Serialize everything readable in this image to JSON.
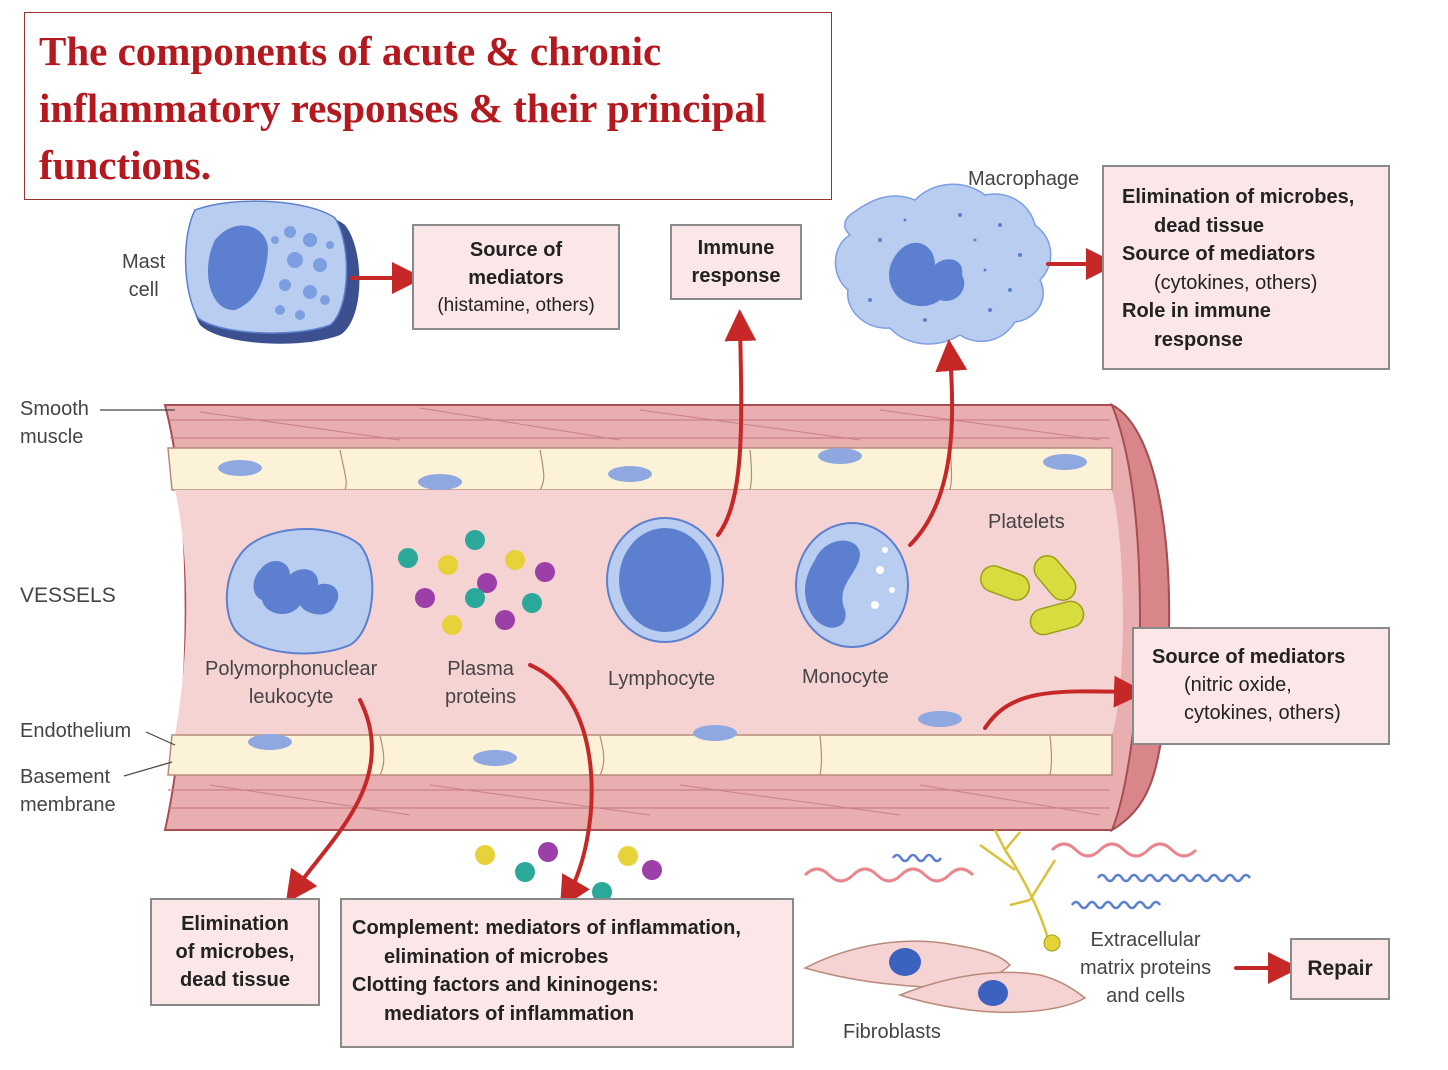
{
  "title": "The components of acute & chronic inflammatory responses & their principal functions.",
  "labels": {
    "mast_cell": [
      "Mast",
      "cell"
    ],
    "macrophage": "Macrophage",
    "smooth_muscle": [
      "Smooth",
      "muscle"
    ],
    "vessels": "VESSELS",
    "endothelium": "Endothelium",
    "basement_membrane": [
      "Basement",
      "membrane"
    ],
    "platelets": "Platelets",
    "pmn": [
      "Polymorphonuclear",
      "leukocyte"
    ],
    "plasma_proteins": [
      "Plasma",
      "proteins"
    ],
    "lymphocyte": "Lymphocyte",
    "monocyte": "Monocyte",
    "ecm": [
      "Extracellular",
      "matrix proteins",
      "and cells"
    ],
    "fibroblasts": "Fibroblasts"
  },
  "boxes": {
    "mast_mediators": [
      "Source of",
      "mediators",
      "(histamine, others)"
    ],
    "immune_response": [
      "Immune",
      "response"
    ],
    "macrophage_functions": [
      "Elimination of microbes,",
      "dead tissue",
      "Source of mediators",
      "(cytokines, others)",
      "Role in immune",
      "response"
    ],
    "endothelium_mediators": [
      "Source of mediators",
      "(nitric oxide,",
      "cytokines, others)"
    ],
    "pmn_functions": [
      "Elimination",
      "of microbes,",
      "dead tissue"
    ],
    "plasma_functions": [
      "Complement: mediators of inflammation,",
      "elimination of microbes",
      "Clotting factors and kininogens:",
      "mediators of inflammation"
    ],
    "repair": "Repair"
  },
  "colors": {
    "title": "#b3191e",
    "arrow": "#c62828",
    "cell_fill": "#b9cdf0",
    "nucleus": "#5c80cf",
    "vessel_wall": "#e9aeb0",
    "lumen": "#f6d3d3",
    "endothelium": "#fbf2d8",
    "box_fill": "#fbe6e8",
    "platelet": "#d9dc3e"
  }
}
